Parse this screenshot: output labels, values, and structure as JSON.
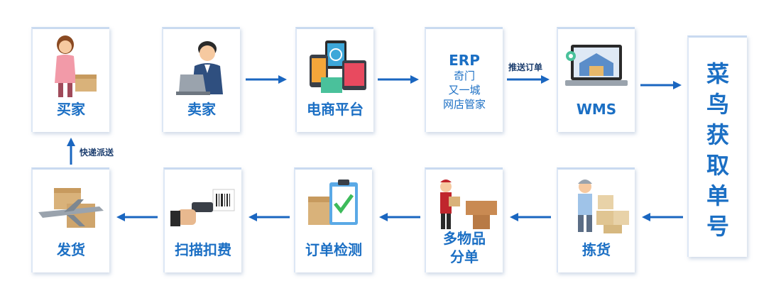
{
  "colors": {
    "accent": "#1b6fc4",
    "arrow": "#1a66c0"
  },
  "top_row": {
    "buyer": "买家",
    "seller": "卖家",
    "platform": "电商平台",
    "erp": {
      "line1": "ERP",
      "line2": "奇门",
      "line3": "又一城",
      "line4": "网店管家"
    },
    "wms": "WMS"
  },
  "cainiao": "菜鸟获取单号",
  "bottom_row": {
    "ship": "发货",
    "scan": "扫描扣费",
    "check": "订单检测",
    "split": "多物品分单",
    "pick": "拣货"
  },
  "arrows": {
    "push_order": "推送订单",
    "express": "快递派送"
  },
  "icons": {
    "buyer": "woman-with-box-icon",
    "seller": "man-at-laptop-icon",
    "platform": "shopping-devices-icon",
    "wms": "laptop-warehouse-icon",
    "ship": "airplane-boxes-icon",
    "scan": "barcode-scanner-icon",
    "check": "checklist-box-icon",
    "split": "courier-boxes-icon",
    "pick": "worker-boxes-icon"
  }
}
